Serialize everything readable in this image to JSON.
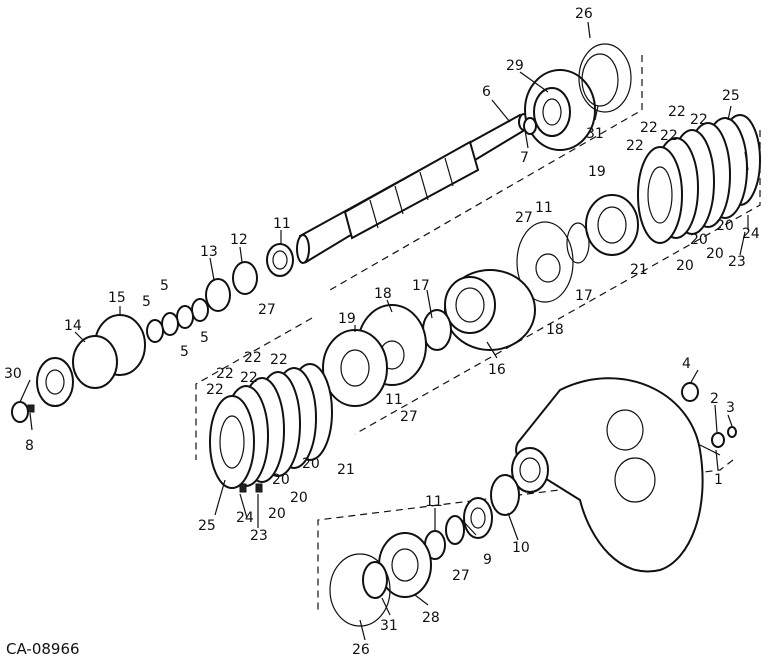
{
  "drawing_code": "CA-08966",
  "callouts": {
    "c1": "1",
    "c2": "2",
    "c3": "3",
    "c4": "4",
    "c5a": "5",
    "c5b": "5",
    "c5c": "5",
    "c5d": "5",
    "c6": "6",
    "c7": "7",
    "c8": "8",
    "c9": "9",
    "c10": "10",
    "c11a": "11",
    "c11b": "11",
    "c11c": "11",
    "c11d": "11",
    "c12": "12",
    "c13": "13",
    "c14": "14",
    "c15": "15",
    "c16": "16",
    "c17a": "17",
    "c17b": "17",
    "c18a": "18",
    "c18b": "18",
    "c19a": "19",
    "c19b": "19",
    "c20a": "20",
    "c20b": "20",
    "c20c": "20",
    "c20d": "20",
    "c20e": "20",
    "c20f": "20",
    "c20g": "20",
    "c21a": "21",
    "c21b": "21",
    "c22a": "22",
    "c22b": "22",
    "c22c": "22",
    "c22d": "22",
    "c22e": "22",
    "c22f": "22",
    "c22g": "22",
    "c22h": "22",
    "c23a": "23",
    "c23b": "23",
    "c24a": "24",
    "c24b": "24",
    "c25a": "25",
    "c25b": "25",
    "c26a": "26",
    "c26b": "26",
    "c27a": "27",
    "c27b": "27",
    "c27c": "27",
    "c27d": "27",
    "c28": "28",
    "c29": "29",
    "c30": "30",
    "c31a": "31",
    "c31b": "31"
  }
}
